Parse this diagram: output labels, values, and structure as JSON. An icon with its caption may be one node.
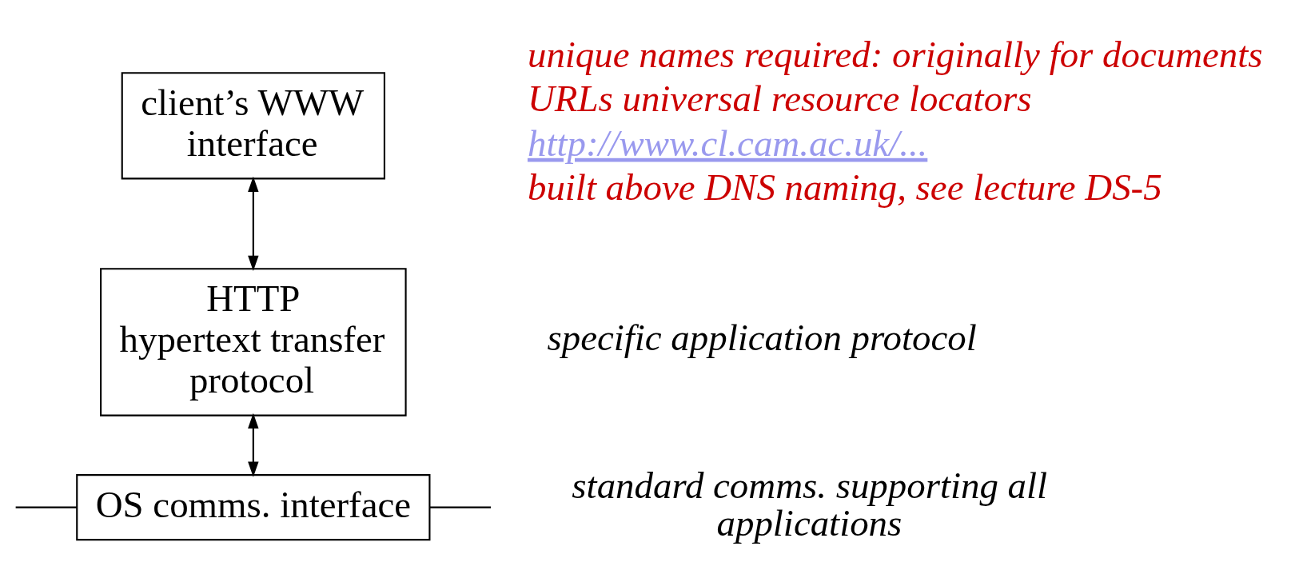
{
  "diagram": {
    "nodes": [
      {
        "text": [
          "client’s WWW interface"
        ]
      },
      {
        "text": [
          "HTTP",
          "hypertext transfer protocol"
        ],
        "beside": [
          "specific application protocol"
        ]
      },
      {
        "text": [
          "OS comms. interface"
        ],
        "beside": [
          "standard comms. supporting all applications"
        ]
      }
    ],
    "edges": [
      {
        "from": 0,
        "to": 1,
        "arrow": "both"
      },
      {
        "from": 1,
        "to": 2,
        "arrow": "both"
      },
      {
        "from": null,
        "to": 2,
        "arrow": "none"
      },
      {
        "from": 2,
        "to": null,
        "arrow": "none"
      }
    ],
    "labels": [
      "unique names required: originally for documents",
      "URLs universal resource locators",
      "http://www.cl.cam.ac.uk/...",
      "built above DNS naming, see lecture DS-5"
    ]
  }
}
